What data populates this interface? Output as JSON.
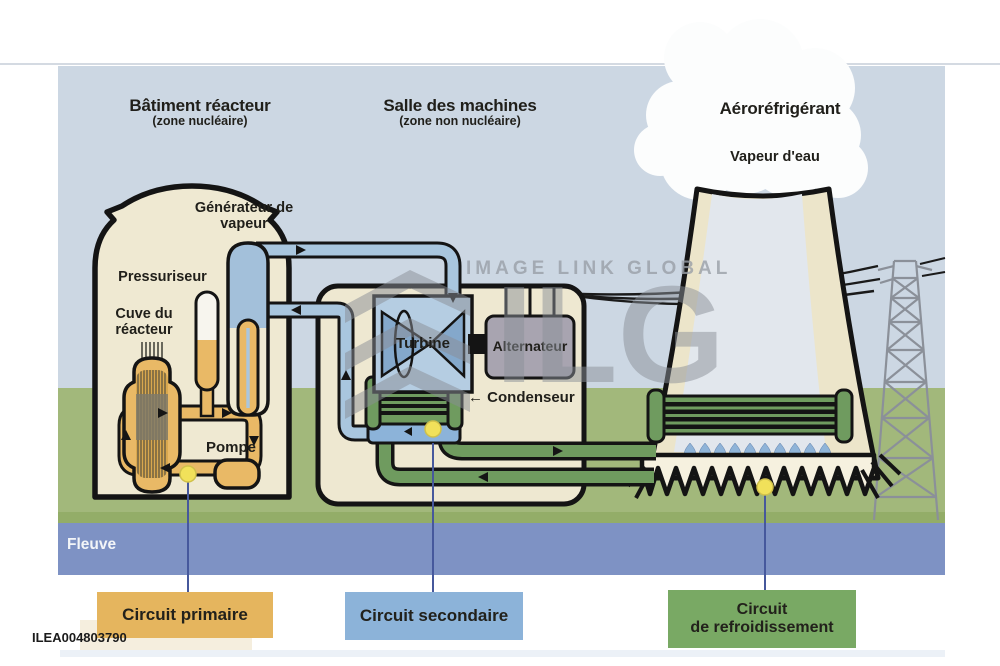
{
  "headings": {
    "reactor_building": "Bâtiment réacteur",
    "reactor_building_sub": "(zone nucléaire)",
    "machine_hall": "Salle des machines",
    "machine_hall_sub": "(zone non nucléaire)",
    "cooling_tower": "Aéroréfrigérant",
    "water_vapor": "Vapeur d'eau"
  },
  "components": {
    "steam_generator": "Générateur de vapeur",
    "pressurizer": "Pressuriseur",
    "reactor_vessel": "Cuve du réacteur",
    "pump": "Pompe",
    "turbine": "Turbine",
    "alternator": "Alternateur",
    "condenser": "Condenseur",
    "river": "Fleuve"
  },
  "icons": {
    "condenser_arrow": "←"
  },
  "legend": {
    "primary": {
      "label": "Circuit primaire",
      "color": "#e5b55e"
    },
    "secondary": {
      "label": "Circuit secondaire",
      "color": "#8cb3d9"
    },
    "cooling": {
      "line1": "Circuit",
      "line2": "de refroidissement",
      "color": "#79a964"
    }
  },
  "watermark": {
    "text": "IMAGE LINK GLOBAL",
    "logo": "ILG"
  },
  "footer": {
    "image_id": "ILEA004803790"
  },
  "colors": {
    "sky": "#ccd7e3",
    "grass": "#a2b87b",
    "river": "#7e92c4",
    "primary_circuit": "#e9b966",
    "secondary_circuit": "#a9c6de",
    "cooling_circuit": "#6f9b5f"
  }
}
